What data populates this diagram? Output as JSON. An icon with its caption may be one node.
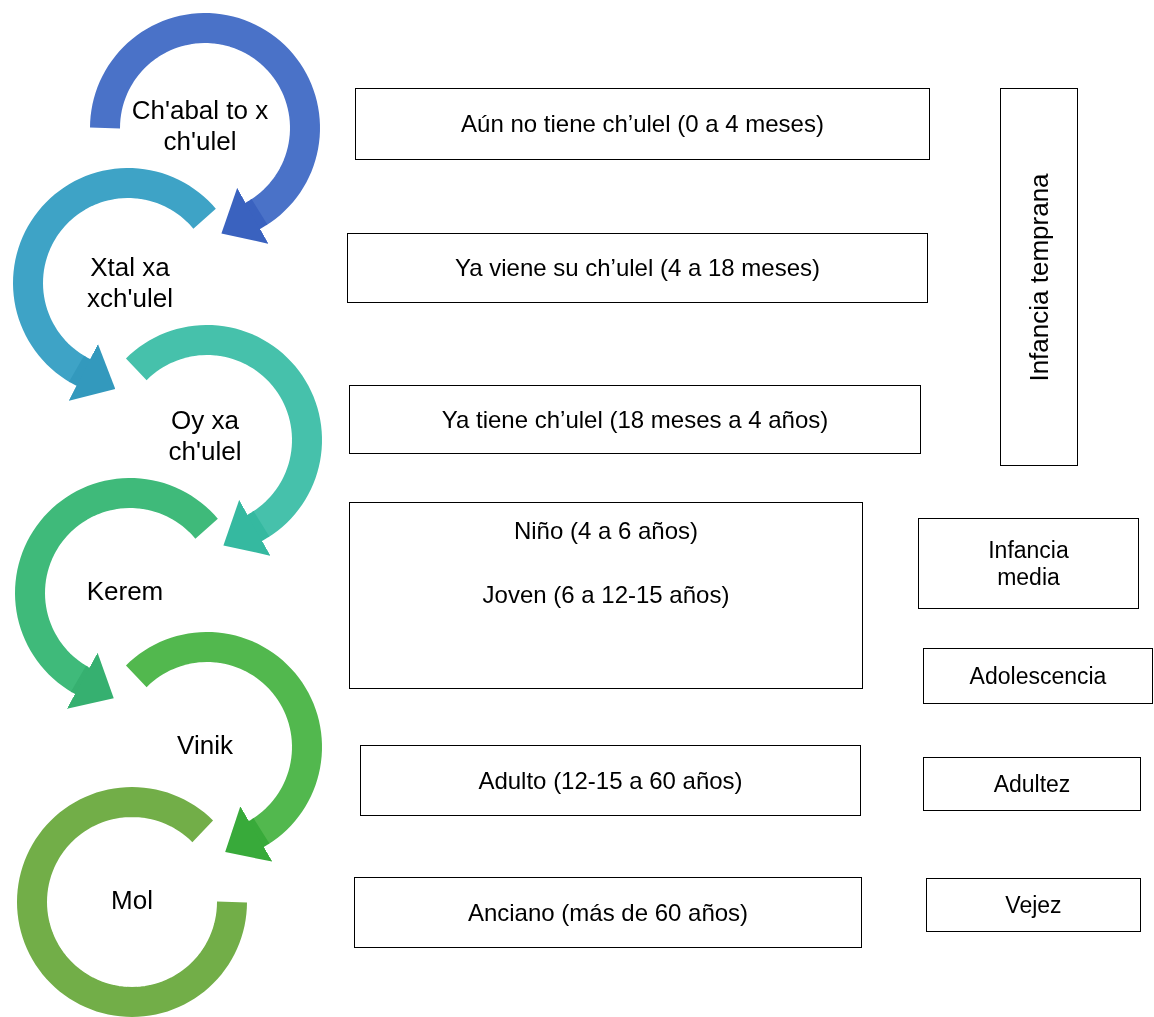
{
  "diagram": {
    "nodes": [
      {
        "text": [
          "Ch'abal to x ch'ulel"
        ]
      },
      {
        "text": [
          "Xtal xa xch'ulel"
        ]
      },
      {
        "text": [
          "Oy xa ch'ulel"
        ]
      },
      {
        "text": [
          "Kerem"
        ]
      },
      {
        "text": [
          "Vinik"
        ]
      },
      {
        "text": [
          "Mol"
        ]
      },
      {
        "text": [
          "Aún no tiene ch’ulel (0 a 4 meses)"
        ]
      },
      {
        "text": [
          "Ya viene su ch’ulel (4 a 18 meses)"
        ]
      },
      {
        "text": [
          "Ya tiene ch’ulel (18 meses a 4 años)"
        ]
      },
      {
        "text": [
          "Niño (4 a 6 años)",
          "Joven (6 a 12-15 años)"
        ]
      },
      {
        "text": [
          "Adulto (12-15 a 60 años)"
        ]
      },
      {
        "text": [
          "Anciano (más de 60 años)"
        ]
      },
      {
        "text": [
          "Infancia temprana"
        ]
      },
      {
        "text": [
          "Infancia media"
        ]
      },
      {
        "text": [
          "Adolescencia"
        ]
      },
      {
        "text": [
          "Adultez"
        ]
      },
      {
        "text": [
          "Vejez"
        ]
      }
    ],
    "edges": [
      {
        "from": 0,
        "to": 1,
        "arrow": "to",
        "color": "#3a62bf"
      },
      {
        "from": 1,
        "to": 2,
        "arrow": "to",
        "color": "#3399bd"
      },
      {
        "from": 2,
        "to": 3,
        "arrow": "to",
        "color": "#35b9a0"
      },
      {
        "from": 3,
        "to": 4,
        "arrow": "to",
        "color": "#36b070"
      },
      {
        "from": 4,
        "to": 5,
        "arrow": "to",
        "color": "#38aa3a"
      }
    ]
  }
}
